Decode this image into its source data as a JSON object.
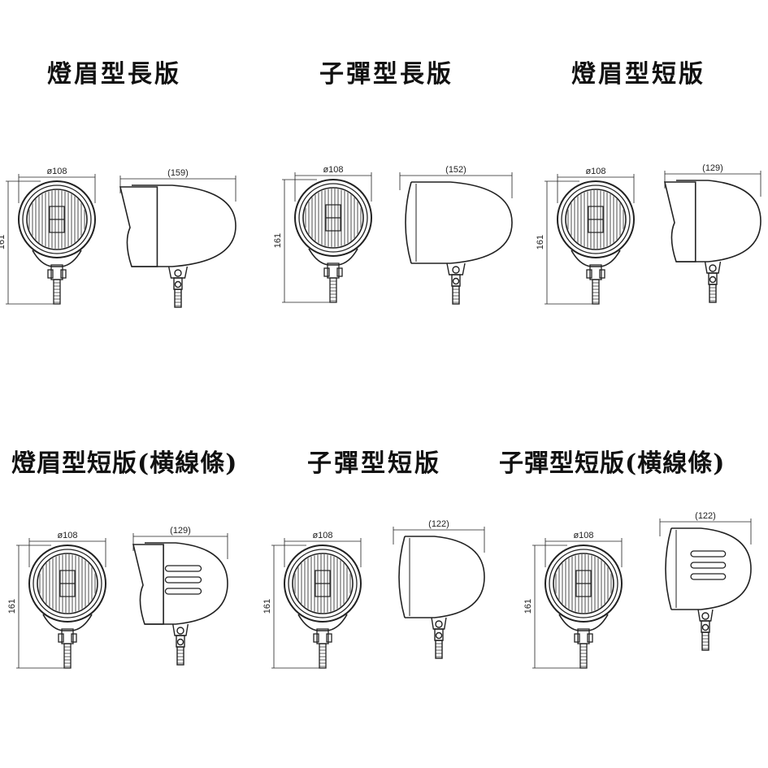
{
  "colors": {
    "line": "#222222",
    "background": "#ffffff"
  },
  "variants": [
    {
      "title": "燈眉型長版",
      "diameter": "ø108",
      "height": "161",
      "length": "(159)",
      "visor": true,
      "stripes": false
    },
    {
      "title": "子彈型長版",
      "diameter": "ø108",
      "height": "161",
      "length": "(152)",
      "visor": false,
      "stripes": false
    },
    {
      "title": "燈眉型短版",
      "diameter": "ø108",
      "height": "161",
      "length": "(129)",
      "visor": true,
      "stripes": false
    },
    {
      "title": "燈眉型短版(横線條)",
      "diameter": "ø108",
      "height": "161",
      "length": "(129)",
      "visor": true,
      "stripes": true
    },
    {
      "title": "子彈型短版",
      "diameter": "ø108",
      "height": "161",
      "length": "(122)",
      "visor": false,
      "stripes": false
    },
    {
      "title": "子彈型短版(横線條)",
      "diameter": "ø108",
      "height": "161",
      "length": "(122)",
      "visor": false,
      "stripes": true
    }
  ]
}
